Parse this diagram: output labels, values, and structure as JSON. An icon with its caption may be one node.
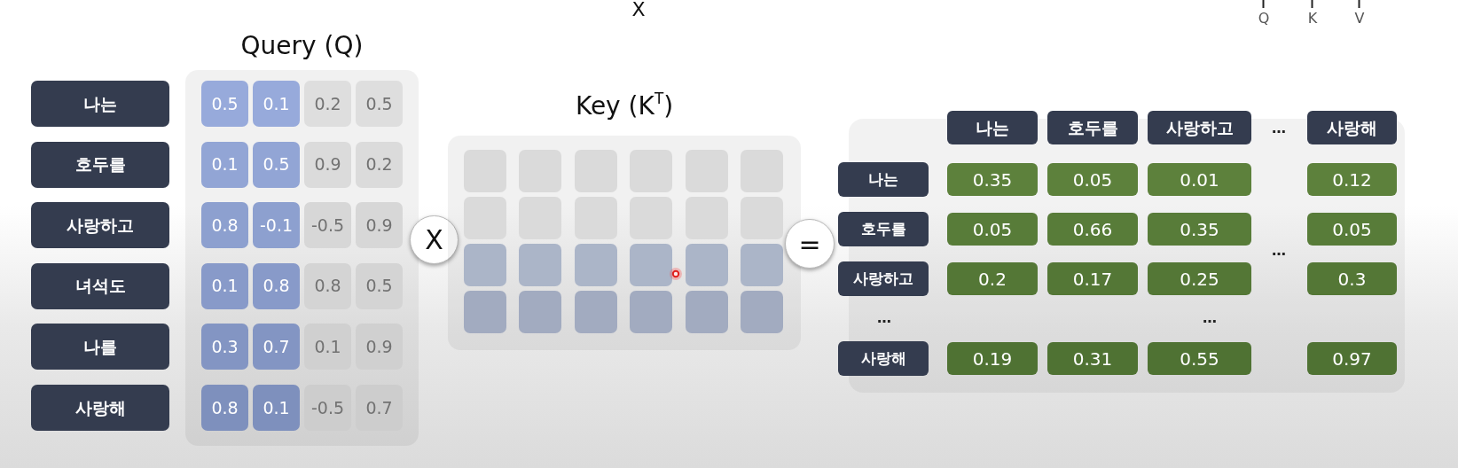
{
  "diagram": {
    "nodes": [
      {
        "text": [
          "나는"
        ]
      },
      {
        "text": [
          "호두를"
        ]
      },
      {
        "text": [
          "사랑하고"
        ]
      },
      {
        "text": [
          "녀석도"
        ]
      },
      {
        "text": [
          "나를"
        ]
      },
      {
        "text": [
          "사랑해"
        ]
      },
      {
        "text": [
          "Query (Q)"
        ]
      },
      {
        "text": [
          "0.5"
        ],
        "in": 6
      },
      {
        "text": [
          "0.1"
        ],
        "in": 6
      },
      {
        "text": [
          "0.2"
        ],
        "in": 6
      },
      {
        "text": [
          "0.5"
        ],
        "in": 6
      },
      {
        "text": [
          "0.1"
        ],
        "in": 6
      },
      {
        "text": [
          "0.5"
        ],
        "in": 6
      },
      {
        "text": [
          "0.9"
        ],
        "in": 6
      },
      {
        "text": [
          "0.2"
        ],
        "in": 6
      },
      {
        "text": [
          "0.8"
        ],
        "in": 6
      },
      {
        "text": [
          "-0.1"
        ],
        "in": 6
      },
      {
        "text": [
          "-0.5"
        ],
        "in": 6
      },
      {
        "text": [
          "0.9"
        ],
        "in": 6
      },
      {
        "text": [
          "0.1"
        ],
        "in": 6
      },
      {
        "text": [
          "0.8"
        ],
        "in": 6
      },
      {
        "text": [
          "0.8"
        ],
        "in": 6
      },
      {
        "text": [
          "0.5"
        ],
        "in": 6
      },
      {
        "text": [
          "0.3"
        ],
        "in": 6
      },
      {
        "text": [
          "0.7"
        ],
        "in": 6
      },
      {
        "text": [
          "0.1"
        ],
        "in": 6
      },
      {
        "text": [
          "0.9"
        ],
        "in": 6
      },
      {
        "text": [
          "0.8"
        ],
        "in": 6
      },
      {
        "text": [
          "0.1"
        ],
        "in": 6
      },
      {
        "text": [
          "-0.5"
        ],
        "in": 6
      },
      {
        "text": [
          "0.7"
        ],
        "in": 6
      },
      {
        "text": [
          "X"
        ]
      },
      {
        "text": [
          "Key (K$^{T}$)"
        ]
      },
      {
        "text": [],
        "shape": "box",
        "in": 32
      },
      {
        "text": [],
        "shape": "box",
        "in": 32
      },
      {
        "text": [],
        "shape": "box",
        "in": 32
      },
      {
        "text": [],
        "shape": "box",
        "in": 32
      },
      {
        "text": [],
        "shape": "box",
        "in": 32
      },
      {
        "text": [],
        "shape": "box",
        "in": 32
      },
      {
        "text": [],
        "shape": "box",
        "in": 32
      },
      {
        "text": [],
        "shape": "box",
        "in": 32
      },
      {
        "text": [],
        "shape": "box",
        "in": 32
      },
      {
        "text": [],
        "shape": "box",
        "in": 32
      },
      {
        "text": [],
        "shape": "box",
        "in": 32
      },
      {
        "text": [],
        "shape": "box",
        "in": 32
      },
      {
        "text": [],
        "shape": "box",
        "in": 32
      },
      {
        "text": [],
        "shape": "box",
        "in": 32
      },
      {
        "text": [],
        "shape": "box",
        "in": 32
      },
      {
        "text": [],
        "shape": "box",
        "in": 32
      },
      {
        "text": [],
        "shape": "box",
        "in": 32
      },
      {
        "text": [],
        "shape": "box",
        "in": 32
      },
      {
        "text": [],
        "shape": "box",
        "in": 32
      },
      {
        "text": [],
        "shape": "box",
        "in": 32
      },
      {
        "text": [],
        "shape": "box",
        "in": 32
      },
      {
        "text": [],
        "shape": "box",
        "in": 32
      },
      {
        "text": [],
        "shape": "box",
        "in": 32
      },
      {
        "text": [],
        "shape": "box",
        "in": 32
      },
      {
        "text": [
          "="
        ]
      },
      {
        "text": [],
        "shape": "box"
      },
      {
        "text": [
          "나는"
        ]
      },
      {
        "text": [
          "호두를"
        ]
      },
      {
        "text": [
          "사랑하고"
        ]
      },
      {
        "text": [
          "사랑해"
        ]
      },
      {
        "text": [
          "나는"
        ]
      },
      {
        "text": [
          "0.35"
        ],
        "in": 58
      },
      {
        "text": [
          "0.05"
        ],
        "in": 58
      },
      {
        "text": [
          "0.01"
        ],
        "in": 58
      },
      {
        "text": [
          "0.12"
        ],
        "in": 58
      },
      {
        "text": [
          "호두를"
        ]
      },
      {
        "text": [
          "0.05"
        ],
        "in": 58
      },
      {
        "text": [
          "0.66"
        ],
        "in": 58
      },
      {
        "text": [
          "0.35"
        ],
        "in": 58
      },
      {
        "text": [
          "0.05"
        ],
        "in": 58
      },
      {
        "text": [
          "사랑하고"
        ]
      },
      {
        "text": [
          "0.2"
        ],
        "in": 58
      },
      {
        "text": [
          "0.17"
        ],
        "in": 58
      },
      {
        "text": [
          "0.25"
        ],
        "in": 58
      },
      {
        "text": [
          "0.3"
        ],
        "in": 58
      },
      {
        "text": [
          "사랑해"
        ]
      },
      {
        "text": [
          "0.19"
        ],
        "in": 58
      },
      {
        "text": [
          "0.31"
        ],
        "in": 58
      },
      {
        "text": [
          "0.55"
        ],
        "in": 58
      },
      {
        "text": [
          "0.97"
        ],
        "in": 58
      }
    ],
    "labels": [
      "X",
      "Q",
      "K",
      "V",
      "…",
      "…",
      "…",
      "…"
    ]
  }
}
